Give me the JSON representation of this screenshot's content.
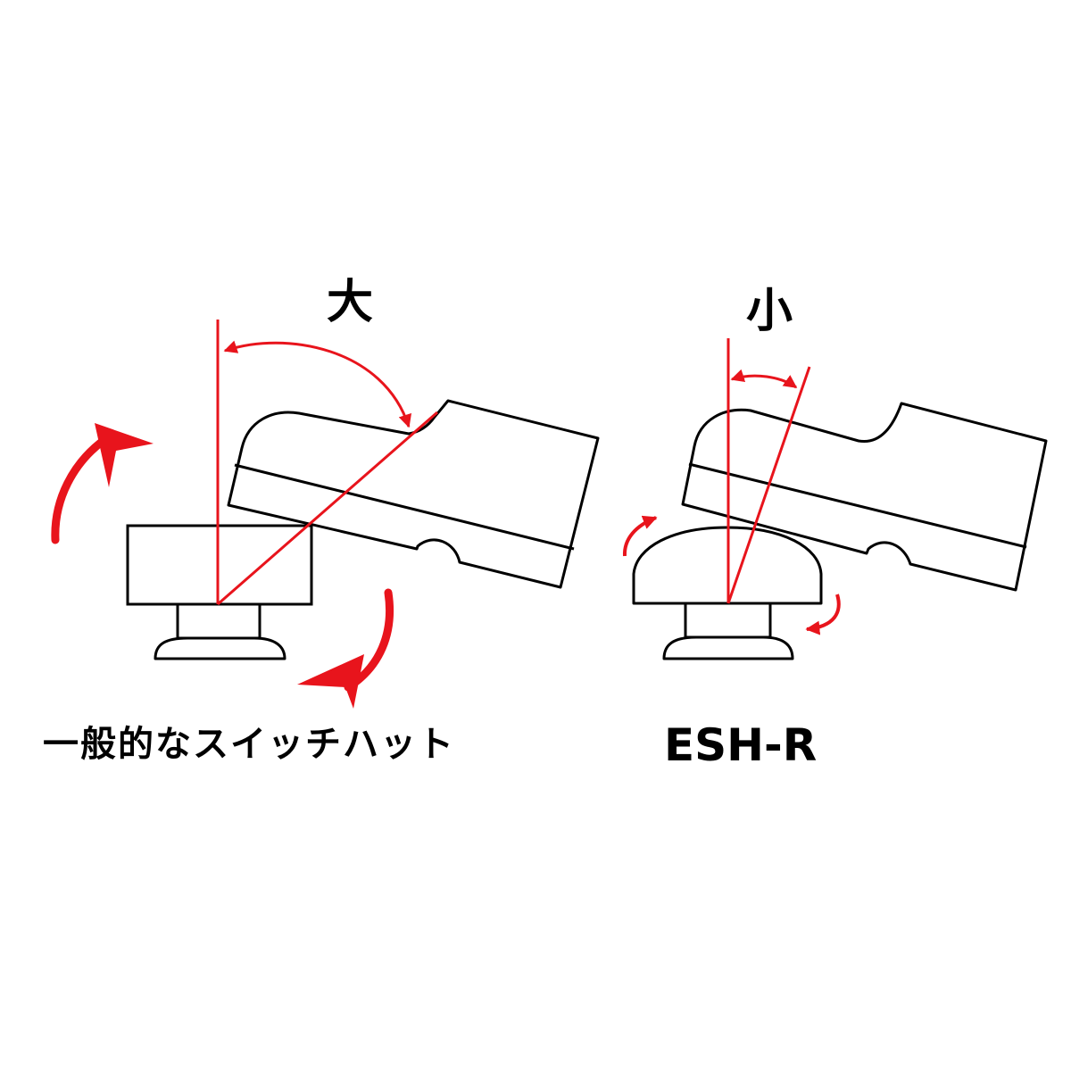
{
  "labels": {
    "large": "大",
    "small": "小",
    "general": "一般的なスイッチハット",
    "product": "ESH-R"
  },
  "colors": {
    "line": "#000000",
    "accent": "#e8141c",
    "background": "#ffffff"
  },
  "icons": {
    "tilt_arrow": "curved-arrow-icon",
    "lever": "switch-lever-icon",
    "hat": "switch-hat-icon"
  }
}
